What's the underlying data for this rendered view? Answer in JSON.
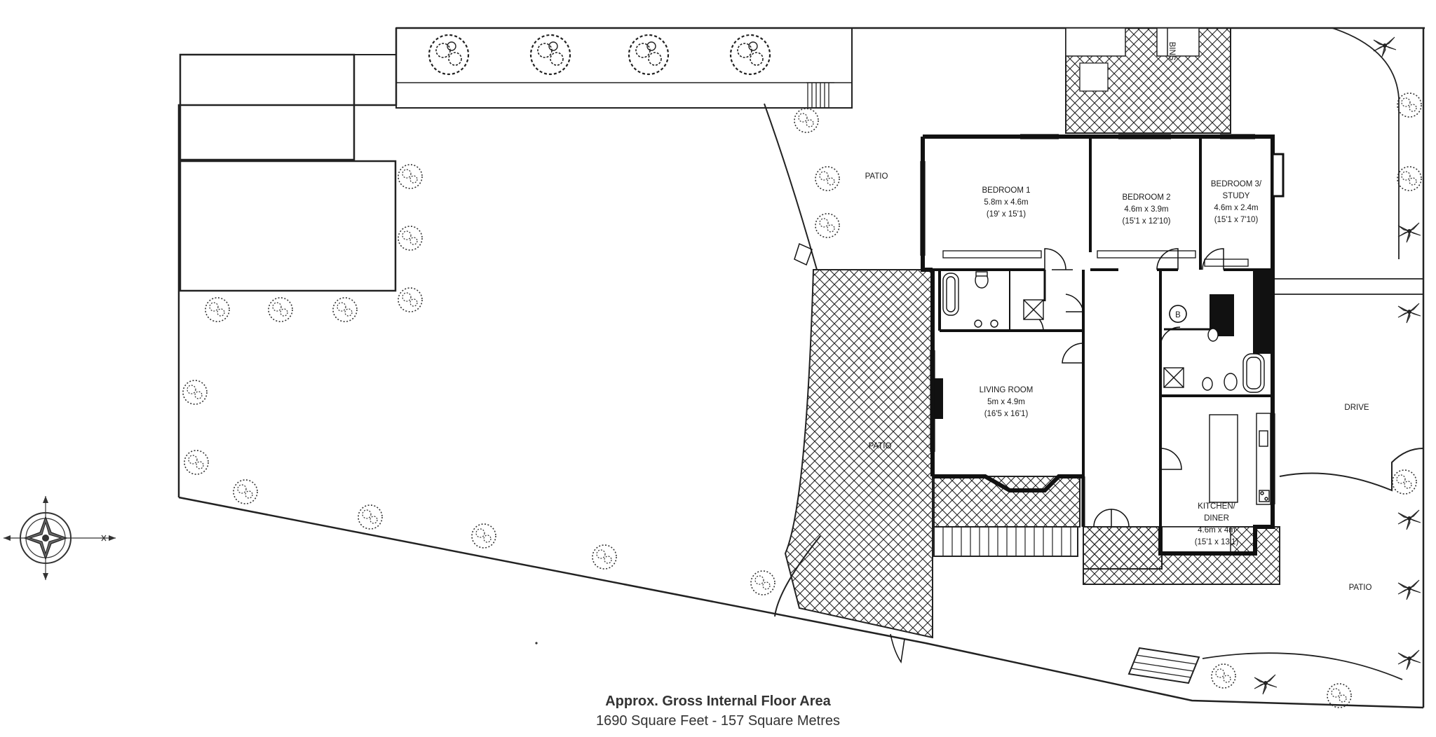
{
  "labels": {
    "bins": "BINS",
    "patio_top": "PATIO",
    "patio_middle": "PATIO",
    "patio_right": "PATIO",
    "drive": "DRIVE"
  },
  "rooms": {
    "bedroom1": {
      "name": "BEDROOM 1",
      "metric": "5.8m x 4.6m",
      "imperial": "(19' x 15'1)"
    },
    "bedroom2": {
      "name": "BEDROOM 2",
      "metric": "4.6m x 3.9m",
      "imperial": "(15'1 x 12'10)"
    },
    "bedroom3": {
      "name1": "BEDROOM 3/",
      "name2": "STUDY",
      "metric": "4.6m x 2.4m",
      "imperial": "(15'1 x 7'10)"
    },
    "living": {
      "name": "LIVING ROOM",
      "metric": "5m x 4.9m",
      "imperial": "(16'5 x 16'1)"
    },
    "kitchen": {
      "name1": "KITCHEN/",
      "name2": "DINER",
      "metric": "4.6m x 4m",
      "imperial": "(15'1 x 13'1)"
    },
    "boiler_symbol": "B"
  },
  "footer": {
    "title": "Approx. Gross Internal Floor Area",
    "subtitle": "1690 Square Feet - 157 Square Metres"
  }
}
